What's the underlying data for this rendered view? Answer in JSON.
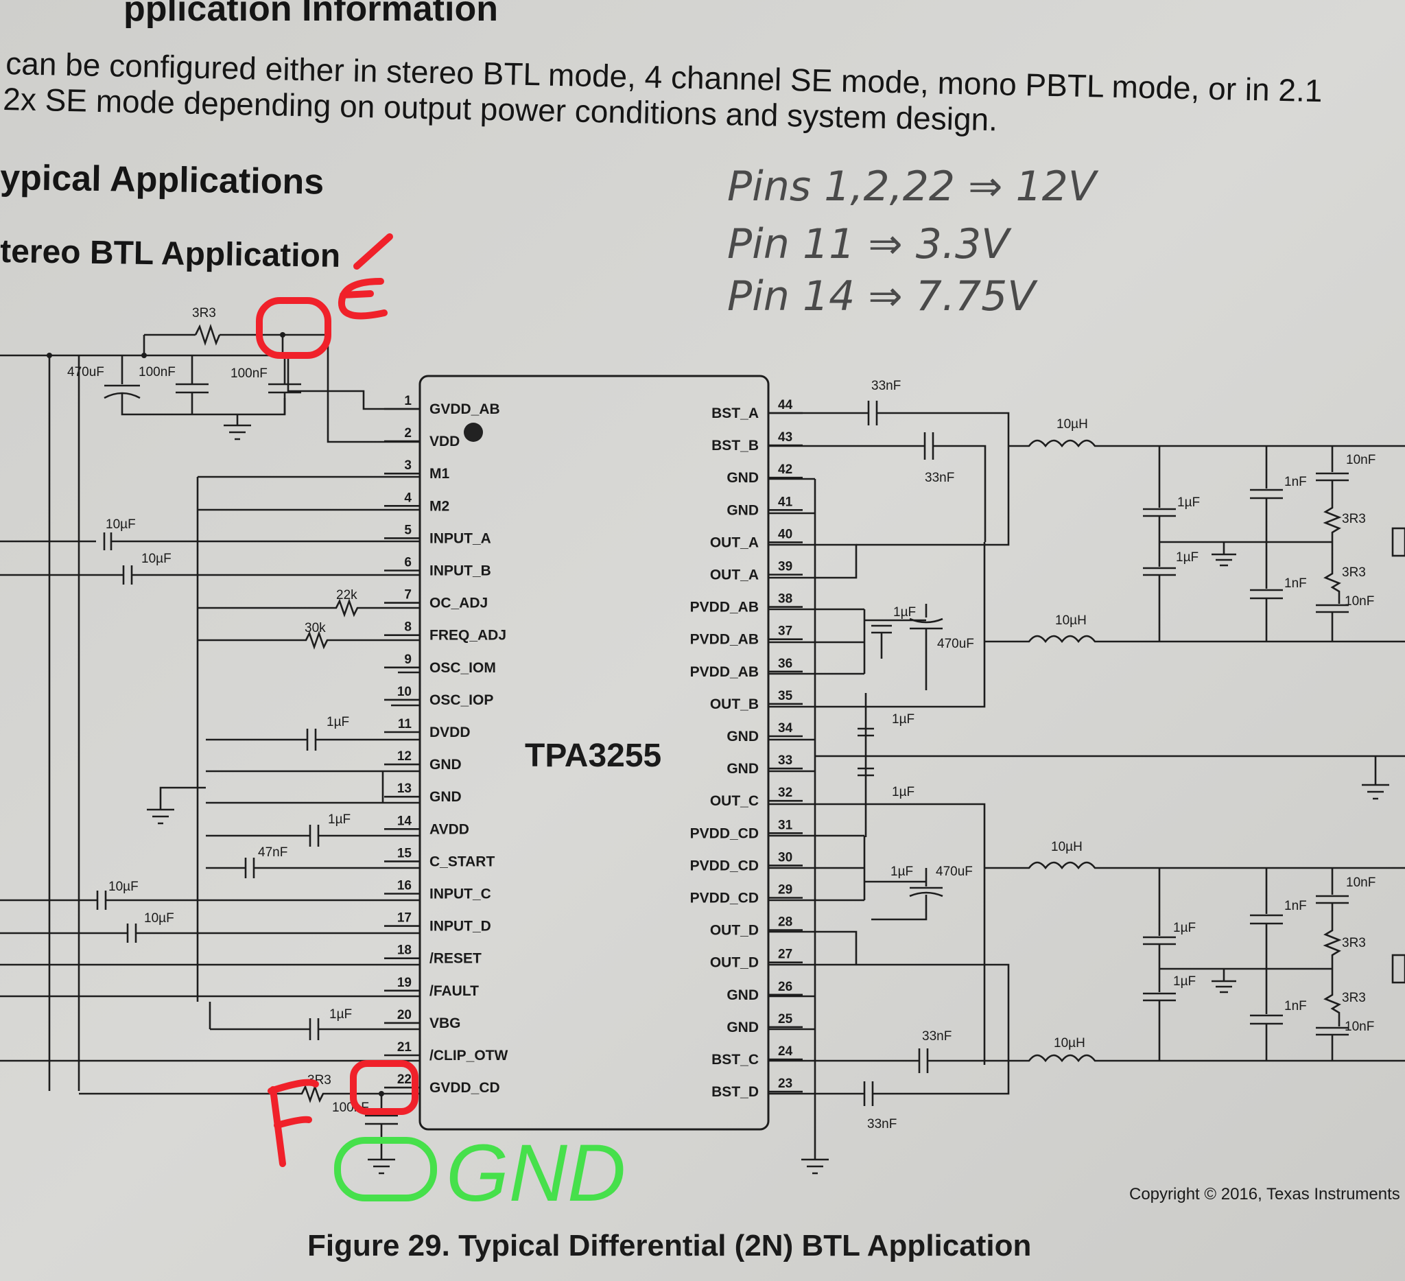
{
  "header": {
    "heading_partial": "pplication Information",
    "para_line1": "can be configured either in stereo BTL mode, 4 channel SE mode, mono PBTL mode, or in 2.1",
    "para_line2": "2x SE mode depending on output power conditions and system design.",
    "section_title": "ypical Applications",
    "subsection_title": "tereo BTL Application"
  },
  "handwritten_notes": [
    "Pins 1,2,22 ⇒ 12V",
    "Pin 11 ⇒ 3.3V",
    "Pin 14 ⇒ 7.75V"
  ],
  "markup": {
    "red_E": "E",
    "red_F": "F",
    "green_gnd": "GND",
    "red_color": "#f0212a",
    "green_color": "#46e04b"
  },
  "chip": {
    "name": "TPA3255",
    "left_pins": [
      {
        "num": "1",
        "name": "GVDD_AB"
      },
      {
        "num": "2",
        "name": "VDD"
      },
      {
        "num": "3",
        "name": "M1"
      },
      {
        "num": "4",
        "name": "M2"
      },
      {
        "num": "5",
        "name": "INPUT_A"
      },
      {
        "num": "6",
        "name": "INPUT_B"
      },
      {
        "num": "7",
        "name": "OC_ADJ"
      },
      {
        "num": "8",
        "name": "FREQ_ADJ"
      },
      {
        "num": "9",
        "name": "OSC_IOM"
      },
      {
        "num": "10",
        "name": "OSC_IOP"
      },
      {
        "num": "11",
        "name": "DVDD"
      },
      {
        "num": "12",
        "name": "GND"
      },
      {
        "num": "13",
        "name": "GND"
      },
      {
        "num": "14",
        "name": "AVDD"
      },
      {
        "num": "15",
        "name": "C_START"
      },
      {
        "num": "16",
        "name": "INPUT_C"
      },
      {
        "num": "17",
        "name": "INPUT_D"
      },
      {
        "num": "18",
        "name": "/RESET"
      },
      {
        "num": "19",
        "name": "/FAULT"
      },
      {
        "num": "20",
        "name": "VBG"
      },
      {
        "num": "21",
        "name": "/CLIP_OTW"
      },
      {
        "num": "22",
        "name": "GVDD_CD"
      }
    ],
    "right_pins": [
      {
        "num": "44",
        "name": "BST_A"
      },
      {
        "num": "43",
        "name": "BST_B"
      },
      {
        "num": "42",
        "name": "GND"
      },
      {
        "num": "41",
        "name": "GND"
      },
      {
        "num": "40",
        "name": "OUT_A"
      },
      {
        "num": "39",
        "name": "OUT_A"
      },
      {
        "num": "38",
        "name": "PVDD_AB"
      },
      {
        "num": "37",
        "name": "PVDD_AB"
      },
      {
        "num": "36",
        "name": "PVDD_AB"
      },
      {
        "num": "35",
        "name": "OUT_B"
      },
      {
        "num": "34",
        "name": "GND"
      },
      {
        "num": "33",
        "name": "GND"
      },
      {
        "num": "32",
        "name": "OUT_C"
      },
      {
        "num": "31",
        "name": "PVDD_CD"
      },
      {
        "num": "30",
        "name": "PVDD_CD"
      },
      {
        "num": "29",
        "name": "PVDD_CD"
      },
      {
        "num": "28",
        "name": "OUT_D"
      },
      {
        "num": "27",
        "name": "OUT_D"
      },
      {
        "num": "26",
        "name": "GND"
      },
      {
        "num": "25",
        "name": "GND"
      },
      {
        "num": "24",
        "name": "BST_C"
      },
      {
        "num": "23",
        "name": "BST_D"
      }
    ]
  },
  "components": {
    "r_3r3_top": "3R3",
    "c_470uf": "470uF",
    "c_100nf_a": "100nF",
    "c_100nf_b": "100nF",
    "c_10uf_1": "10µF",
    "c_10uf_2": "10µF",
    "r_22k": "22k",
    "r_30k": "30k",
    "c_1uf_dvdd": "1µF",
    "c_1uf_avdd": "1µF",
    "c_47nf": "47nF",
    "c_10uf_3": "10µF",
    "c_10uf_4": "10µF",
    "c_1uf_vbg": "1µF",
    "r_3r3_bottom": "3R3",
    "c_100nf_bottom": "100nF",
    "c_33nf_a": "33nF",
    "c_33nf_b": "33nF",
    "c_33nf_c": "33nF",
    "c_33nf_d": "33nF",
    "c_1uf_pvdd1": "1µF",
    "c_470uf_r1": "470uF",
    "c_1uf_pvdd2": "1µF",
    "c_1uf_pvdd3": "1µF",
    "c_1uf_pvdd4": "1µF",
    "c_470uf_r2": "470uF",
    "l_10uh_1": "10µH",
    "l_10uh_2": "10µH",
    "l_10uh_3": "10µH",
    "l_10uh_4": "10µH",
    "c_1uf_o1": "1µF",
    "c_1uf_o2": "1µF",
    "c_1nf_o1": "1nF",
    "c_1nf_o2": "1nF",
    "c_10nf_o1": "10nF",
    "c_10nf_o2": "10nF",
    "r_3r3_o1": "3R3",
    "r_3r3_o2": "3R3",
    "c_1uf_o3": "1µF",
    "c_1uf_o4": "1µF",
    "c_1nf_o3": "1nF",
    "c_1nf_o4": "1nF",
    "c_10nf_o3": "10nF",
    "c_10nf_o4": "10nF",
    "r_3r3_o3": "3R3",
    "r_3r3_o4": "3R3"
  },
  "footer": {
    "copyright": "Copyright © 2016, Texas Instruments",
    "caption": "Figure 29.  Typical Differential (2N) BTL Application"
  }
}
